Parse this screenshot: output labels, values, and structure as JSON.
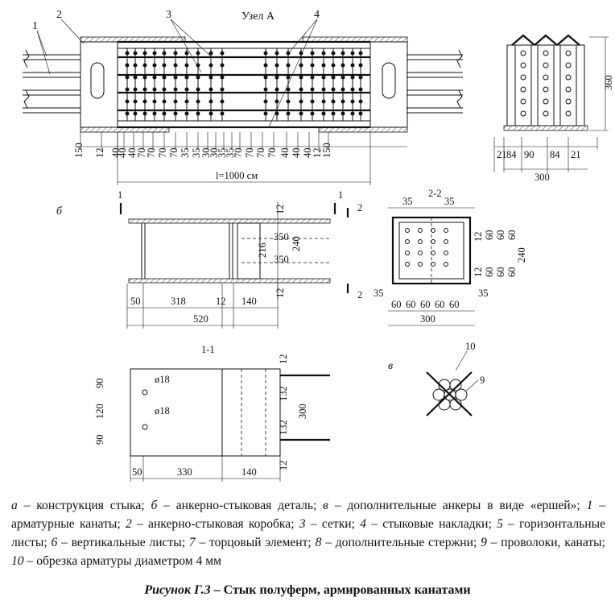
{
  "drawing": {
    "node_title": "Узел А",
    "callouts": [
      "1",
      "2",
      "3",
      "4",
      "9",
      "10"
    ],
    "view_letters": {
      "b": "б",
      "v": "в"
    },
    "top_dims": [
      "150",
      "12",
      "40",
      "40",
      "40",
      "70",
      "70",
      "70",
      "70",
      "35",
      "35",
      "30",
      "30",
      "35",
      "35",
      "70",
      "70",
      "70",
      "70",
      "40",
      "40",
      "40",
      "12",
      "150"
    ],
    "total_length": "l=1000 см",
    "section_dims": {
      "bottom": [
        "21",
        "84",
        "90",
        "84",
        "21"
      ],
      "width": "300",
      "height": "360"
    },
    "anchor_box": {
      "section_marks": {
        "s1": "1",
        "s2": "2"
      },
      "right_dims": [
        "12",
        "350",
        "216",
        "350",
        "240",
        "12"
      ],
      "bottom_dims": [
        "50",
        "318",
        "12",
        "140"
      ],
      "total": "520"
    },
    "section_2_2": {
      "title": "2-2",
      "top_dims": [
        "35",
        "35"
      ],
      "right_dims": [
        "12",
        "60",
        "60",
        "60",
        "240",
        "60",
        "60",
        "60",
        "12"
      ],
      "bottom_dims": [
        "35",
        "60",
        "60",
        "60",
        "60",
        "60",
        "35"
      ],
      "total": "300"
    },
    "section_1_1": {
      "title": "1-1",
      "hole_labels": [
        "ø18",
        "ø18"
      ],
      "left_dims": [
        "90",
        "120",
        "90"
      ],
      "right_dims": [
        "12",
        "132",
        "300",
        "132",
        "12"
      ],
      "bottom_dims": [
        "50",
        "330",
        "140"
      ]
    }
  },
  "caption": [
    {
      "k": "а",
      "t": " – конструкция стыка; "
    },
    {
      "k": "б",
      "t": " – анкерно-стыковая деталь; "
    },
    {
      "k": "в",
      "t": " – дополнительные анкеры в виде «ершей»; "
    },
    {
      "k": "1",
      "t": " – арматурные канаты; "
    },
    {
      "k": "2",
      "t": " – анкерно-стыковая коробка; "
    },
    {
      "k": "3",
      "t": " – сетки; "
    },
    {
      "k": "4",
      "t": " – стыковые накладки; "
    },
    {
      "k": "5",
      "t": " – горизонтальные листы; "
    },
    {
      "k": "6",
      "t": " – вертикальные листы; "
    },
    {
      "k": "7",
      "t": " – торцовый элемент; "
    },
    {
      "k": "8",
      "t": " – дополнительные стержни; "
    },
    {
      "k": "9",
      "t": " – проволоки, канаты; "
    },
    {
      "k": "10",
      "t": " – обрезка арматуры диаметром 4 мм"
    }
  ],
  "figure_title": {
    "label": "Рисунок Г.3",
    "text": " – Стык полуферм, армированных канатами"
  }
}
